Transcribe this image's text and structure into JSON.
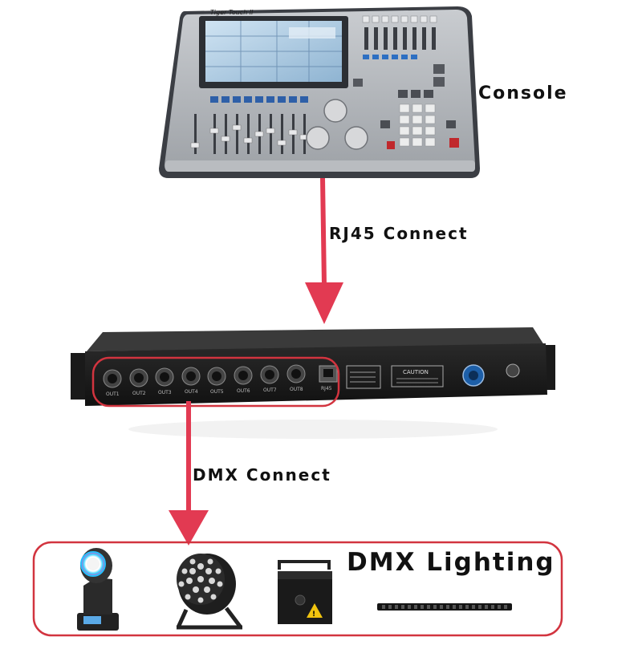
{
  "labels": {
    "console": "Console",
    "rj45": "RJ45 Connect",
    "dmx_connect": "DMX Connect",
    "dmx_lighting": "DMX Lighting"
  },
  "console": {
    "brand": "Tiger Touch II"
  },
  "splitter": {
    "ports": [
      "OUT1",
      "OUT2",
      "OUT3",
      "OUT4",
      "OUT5",
      "OUT6",
      "OUT7",
      "OUT8"
    ],
    "rj45_port": "RJ45",
    "caution": "CAUTION"
  },
  "colors": {
    "arrow": "#e23a52",
    "highlight": "#d2343f",
    "device_dark": "#1c1c1c"
  },
  "icons": {
    "console": "lighting-console-icon",
    "splitter": "dmx-splitter-icon",
    "moving_head": "moving-head-icon",
    "par": "led-par-icon",
    "laser": "laser-icon",
    "bar": "led-bar-icon"
  }
}
